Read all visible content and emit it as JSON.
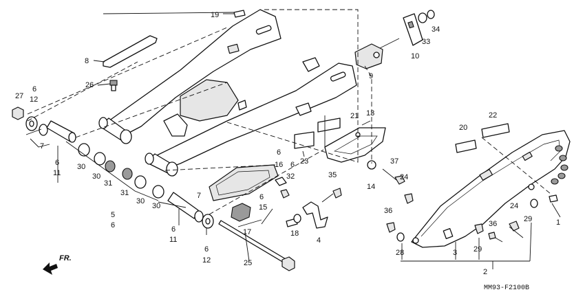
{
  "diagram": {
    "code": "MM93-F2100B",
    "direction": "FR.",
    "callouts": [
      {
        "id": "c19",
        "text": "19"
      },
      {
        "id": "c8",
        "text": "8"
      },
      {
        "id": "c26",
        "text": "26"
      },
      {
        "id": "c27",
        "text": "27"
      },
      {
        "id": "c6a",
        "text": "6"
      },
      {
        "id": "c12a",
        "text": "12"
      },
      {
        "id": "c7a",
        "text": "7"
      },
      {
        "id": "c6b",
        "text": "6"
      },
      {
        "id": "c11a",
        "text": "11"
      },
      {
        "id": "c30a",
        "text": "30"
      },
      {
        "id": "c30b",
        "text": "30"
      },
      {
        "id": "c31a",
        "text": "31"
      },
      {
        "id": "c31b",
        "text": "31"
      },
      {
        "id": "c30c",
        "text": "30"
      },
      {
        "id": "c30d",
        "text": "30"
      },
      {
        "id": "c5",
        "text": "5"
      },
      {
        "id": "c6c",
        "text": "6"
      },
      {
        "id": "c7b",
        "text": "7"
      },
      {
        "id": "c6d",
        "text": "6"
      },
      {
        "id": "c11b",
        "text": "11"
      },
      {
        "id": "c6e",
        "text": "6"
      },
      {
        "id": "c12b",
        "text": "12"
      },
      {
        "id": "c25",
        "text": "25"
      },
      {
        "id": "c9",
        "text": "9"
      },
      {
        "id": "c10",
        "text": "10"
      },
      {
        "id": "c33",
        "text": "33"
      },
      {
        "id": "c34",
        "text": "34"
      },
      {
        "id": "c21",
        "text": "21"
      },
      {
        "id": "c23",
        "text": "23"
      },
      {
        "id": "c13",
        "text": "13"
      },
      {
        "id": "c6f",
        "text": "6"
      },
      {
        "id": "c16",
        "text": "16"
      },
      {
        "id": "c6g",
        "text": "6"
      },
      {
        "id": "c32",
        "text": "32"
      },
      {
        "id": "c6h",
        "text": "6"
      },
      {
        "id": "c15",
        "text": "15"
      },
      {
        "id": "c17",
        "text": "17"
      },
      {
        "id": "c18",
        "text": "18"
      },
      {
        "id": "c35",
        "text": "35"
      },
      {
        "id": "c4",
        "text": "4"
      },
      {
        "id": "c14",
        "text": "14"
      },
      {
        "id": "c37",
        "text": "37"
      },
      {
        "id": "c24a",
        "text": "24"
      },
      {
        "id": "c36a",
        "text": "36"
      },
      {
        "id": "c28",
        "text": "28"
      },
      {
        "id": "c3",
        "text": "3"
      },
      {
        "id": "c29a",
        "text": "29"
      },
      {
        "id": "c2",
        "text": "2"
      },
      {
        "id": "c20",
        "text": "20"
      },
      {
        "id": "c22",
        "text": "22"
      },
      {
        "id": "c24b",
        "text": "24"
      },
      {
        "id": "c36b",
        "text": "36"
      },
      {
        "id": "c29b",
        "text": "29"
      },
      {
        "id": "c1",
        "text": "1"
      }
    ]
  }
}
